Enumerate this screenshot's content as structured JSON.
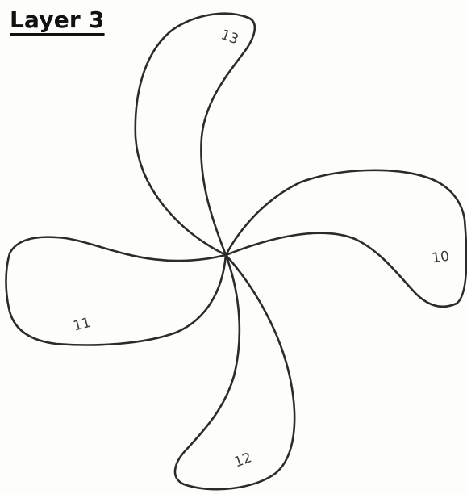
{
  "title": "Layer 3",
  "petals": [
    {
      "id": "petal-13",
      "label": "13"
    },
    {
      "id": "petal-10",
      "label": "10"
    },
    {
      "id": "petal-12",
      "label": "12"
    },
    {
      "id": "petal-11",
      "label": "11"
    }
  ]
}
